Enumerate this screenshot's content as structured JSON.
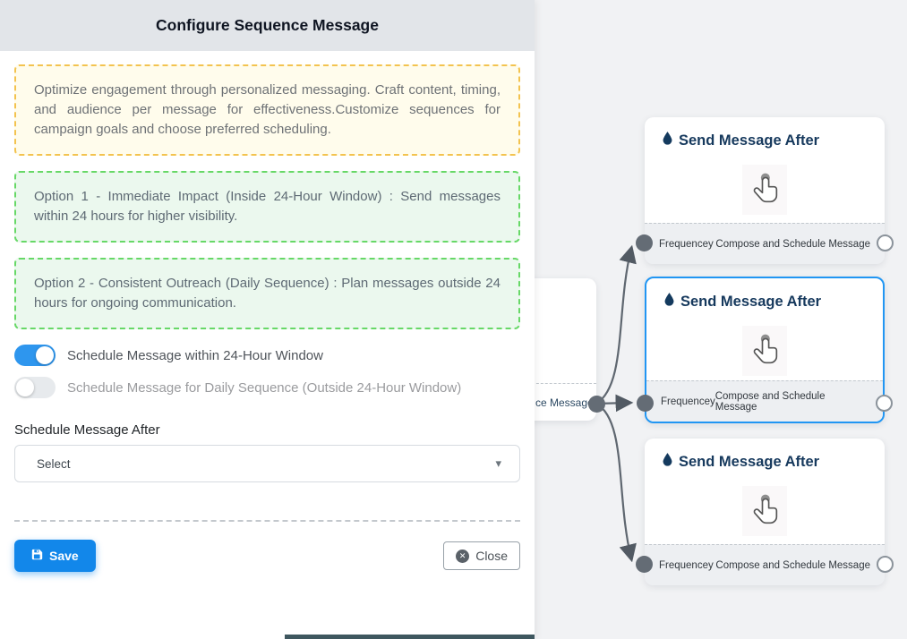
{
  "modal": {
    "title": "Configure Sequence Message",
    "info_text": "Optimize engagement through personalized messaging. Craft content, timing, and audience per message for effectiveness.Customize sequences for campaign goals and choose preferred scheduling.",
    "option1": "Option 1 - Immediate Impact (Inside 24-Hour Window) : Send messages within 24 hours for higher visibility.",
    "option2": "Option 2 - Consistent Outreach (Daily Sequence) : Plan messages outside 24 hours for ongoing communication.",
    "toggles": [
      {
        "label": "Schedule Message within 24-Hour Window",
        "state": "on"
      },
      {
        "label": "Schedule Message for Daily Sequence (Outside 24-Hour Window)",
        "state": "off"
      }
    ],
    "schedule_after": {
      "label": "Schedule Message After",
      "value": "Select"
    },
    "buttons": {
      "save": "Save",
      "close": "Close"
    }
  },
  "flow": {
    "partial_node": {
      "footer_text": "ce Message"
    },
    "nodes": [
      {
        "title": "Send Message After",
        "footer_left": "Frequencey",
        "footer_right": "Compose and Schedule Message",
        "selected": false
      },
      {
        "title": "Send Message After",
        "footer_left": "Frequencey",
        "footer_right": "Compose and Schedule Message",
        "selected": true
      },
      {
        "title": "Send Message After",
        "footer_left": "Frequencey",
        "footer_right": "Compose and Schedule Message",
        "selected": false
      }
    ]
  },
  "icons": {
    "node_title": "drop-icon",
    "node_body": "tap-cursor-icon",
    "save": "floppy-icon",
    "close": "circle-x-icon",
    "select": "caret-down-icon"
  },
  "colors": {
    "accent_blue": "#2196f3",
    "save_blue": "#1287ea",
    "toggle_on": "#2e96ee",
    "yellow_border": "#f3c34f",
    "yellow_bg": "#fffcec",
    "green_border": "#67d867",
    "green_bg": "#ebf8ee",
    "title_navy": "#16395d",
    "edge_gray": "#5f6770",
    "header_bg": "#e2e5e9"
  }
}
